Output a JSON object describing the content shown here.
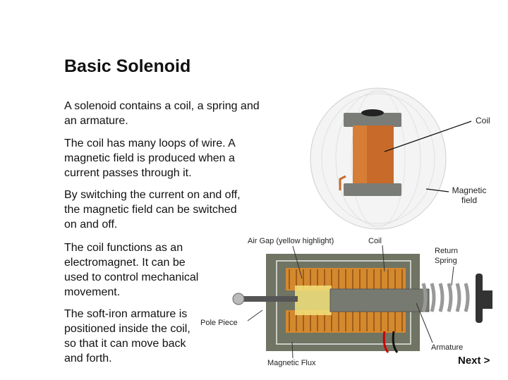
{
  "slide": {
    "title": "Basic Solenoid",
    "paragraphs": [
      "A solenoid contains a coil, a spring and an armature.",
      "The coil has many loops of wire. A magnetic field is produced when a current passes through it.",
      "By switching the current on and off, the magnetic field can be switched on and off.",
      "The coil functions as an electromagnet. It can be used to control mechanical movement.",
      "The soft-iron armature is positioned inside the coil, so that it can move back and forth."
    ],
    "next_label": "Next >"
  },
  "top_diagram": {
    "coil_label": "Coil",
    "field_label": "Magnetic field"
  },
  "bottom_diagram": {
    "air_gap_label": "Air Gap (yellow highlight)",
    "coil_label": "Coil",
    "return_spring_label": "Return Spring",
    "pole_piece_label": "Pole Piece",
    "armature_label": "Armature",
    "magnetic_flux_label": "Magnetic Flux"
  }
}
